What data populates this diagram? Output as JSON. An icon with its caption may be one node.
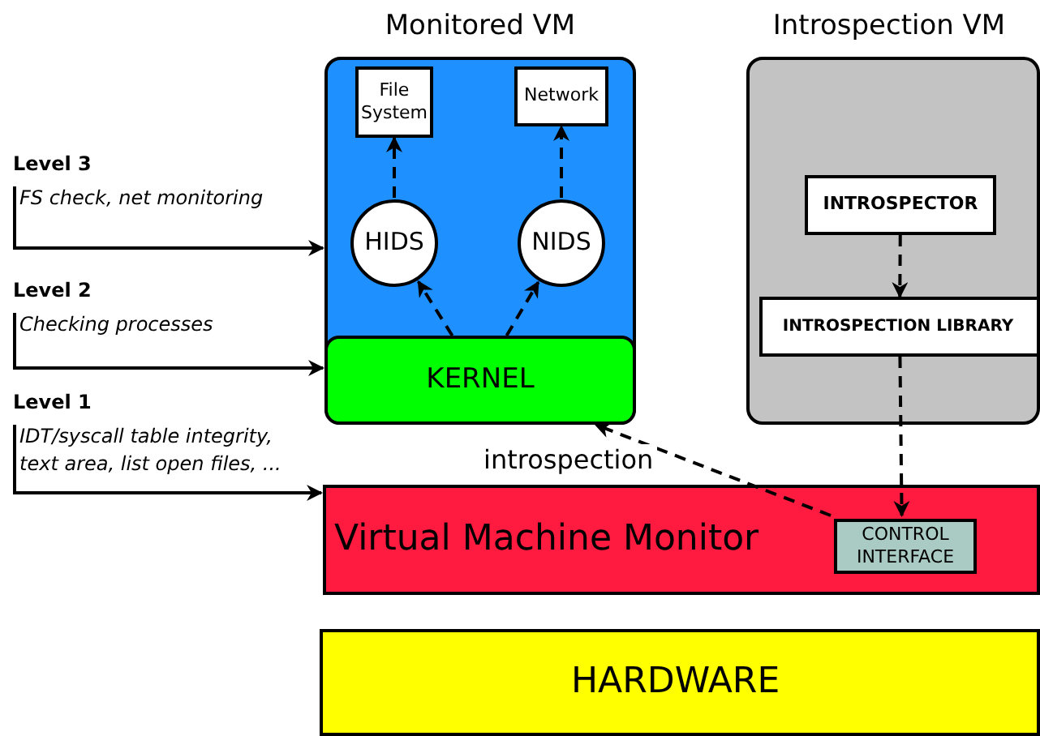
{
  "diagram": {
    "nodes": [
      {
        "text": [
          "Monitored VM"
        ]
      },
      {
        "text": [
          "File System"
        ],
        "in": 0
      },
      {
        "text": [
          "Network"
        ],
        "in": 0
      },
      {
        "text": [
          "HIDS"
        ],
        "in": 0
      },
      {
        "text": [
          "NIDS"
        ],
        "in": 0
      },
      {
        "text": [
          "KERNEL"
        ],
        "in": 0
      },
      {
        "text": [
          "Introspection VM"
        ]
      },
      {
        "text": [
          "INTROSPECTOR"
        ],
        "in": 6
      },
      {
        "text": [
          "INTROSPECTION LIBRARY"
        ],
        "in": 6
      },
      {
        "text": [
          "Virtual Machine Monitor"
        ]
      },
      {
        "text": [
          "CONTROL INTERFACE"
        ],
        "in": 9
      },
      {
        "text": [
          "HARDWARE"
        ]
      },
      {
        "text": [
          "Level 3",
          "FS check, net monitoring"
        ]
      },
      {
        "text": [
          "Level 2",
          "Checking processes"
        ]
      },
      {
        "text": [
          "Level 1",
          "IDT/syscall table integrity, text area, list open files, ..."
        ]
      }
    ],
    "edges": [
      {
        "from": 3,
        "to": 1,
        "arrow": "to",
        "style": "dashed"
      },
      {
        "from": 4,
        "to": 2,
        "arrow": "to",
        "style": "dashed"
      },
      {
        "from": 5,
        "to": 3,
        "arrow": "to",
        "style": "dashed"
      },
      {
        "from": 5,
        "to": 4,
        "arrow": "to",
        "style": "dashed"
      },
      {
        "from": 10,
        "to": 5,
        "arrow": "to",
        "style": "dashed",
        "label": "introspection"
      },
      {
        "from": 7,
        "to": 8,
        "arrow": "to",
        "style": "dashed"
      },
      {
        "from": 8,
        "to": 10,
        "arrow": "to",
        "style": "dashed"
      },
      {
        "from": 12,
        "to": 0,
        "arrow": "to"
      },
      {
        "from": 13,
        "to": 0,
        "arrow": "to"
      },
      {
        "from": 14,
        "to": 9,
        "arrow": "to"
      }
    ]
  }
}
